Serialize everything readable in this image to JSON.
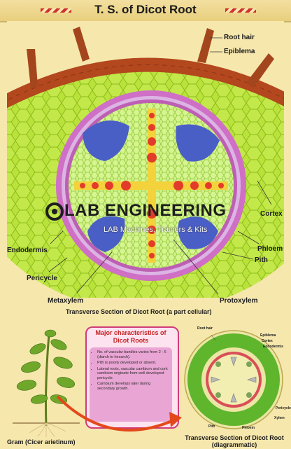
{
  "title": "T. S. of Dicot Root",
  "labels": {
    "root_hair": "Root hair",
    "epiblema": "Epiblema",
    "cortex": "Cortex",
    "endodermis": "Endodermis",
    "phloem": "Phloem",
    "pericycle": "Pericycle",
    "pith": "Pith",
    "metaxylem": "Metaxylem",
    "protoxylem": "Protoxylem"
  },
  "main_caption": "Transverse Section of Dicot Root (a part cellular)",
  "watermark": {
    "brand": "LAB ENGINEERING",
    "tagline": "LAB Machines, Trainers & Kits"
  },
  "characteristics": {
    "title": "Major characteristics of Dicot Roots",
    "items": [
      "No. of vascular bundles varies from 2 - 6 (diarch to hexarch).",
      "Pith is poorly developed or absent.",
      "Lateral roots, vascular cambium and cork cambium originate from well developed pericycle.",
      "Cambium develops later during secondary growth."
    ]
  },
  "plant_caption": "Gram (Cicer arietinum)",
  "diagram_caption": "Transverse Section of Dicot Root (diagrammatic)",
  "small_labels": {
    "root_hair": "Root hair",
    "epiblema": "Epiblema",
    "cortex": "Cortex",
    "endodermis": "Endodermis",
    "pericycle": "Pericycle",
    "xylem": "Xylem",
    "phloem": "Phloem",
    "pith": "Pith"
  },
  "colors": {
    "cortex": "#b9e23a",
    "epiblema": "#b3471e",
    "endodermis": "#cf6fc5",
    "phloem": "#4a5fc6",
    "xylem": "#e33b2a",
    "pith": "#c9f07a"
  }
}
